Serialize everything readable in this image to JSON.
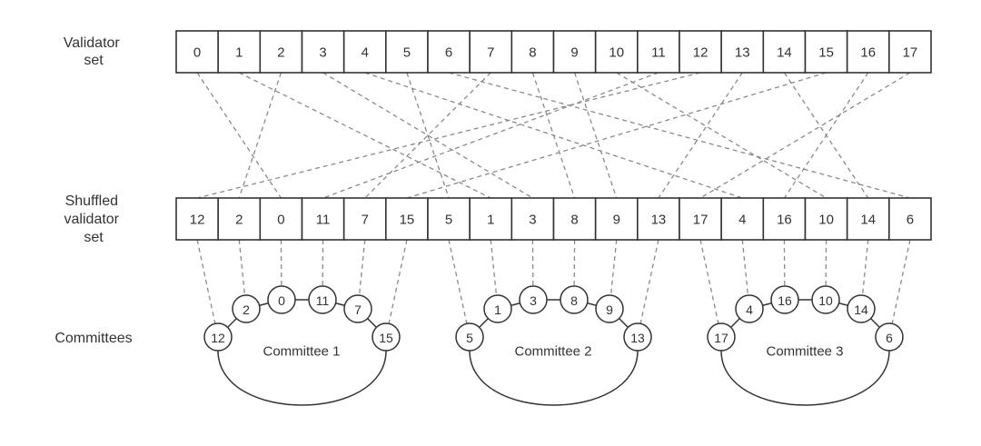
{
  "labels": {
    "validator_set": [
      "Validator",
      "set"
    ],
    "shuffled_set": [
      "Shuffled",
      "validator",
      "set"
    ],
    "committees": "Committees"
  },
  "validator_set": [
    "0",
    "1",
    "2",
    "3",
    "4",
    "5",
    "6",
    "7",
    "8",
    "9",
    "10",
    "11",
    "12",
    "13",
    "14",
    "15",
    "16",
    "17"
  ],
  "shuffled_validator_set": [
    "12",
    "2",
    "0",
    "11",
    "7",
    "15",
    "5",
    "1",
    "3",
    "8",
    "9",
    "13",
    "17",
    "4",
    "16",
    "10",
    "14",
    "6"
  ],
  "committees": [
    {
      "name": "Committee 1",
      "members": [
        "12",
        "2",
        "0",
        "11",
        "7",
        "15"
      ]
    },
    {
      "name": "Committee 2",
      "members": [
        "5",
        "1",
        "3",
        "8",
        "9",
        "13"
      ]
    },
    {
      "name": "Committee 3",
      "members": [
        "17",
        "4",
        "16",
        "10",
        "14",
        "6"
      ]
    }
  ],
  "colors": {
    "stroke": "#333333",
    "dashed_connector": "#8a8a8a",
    "background": "#ffffff"
  }
}
